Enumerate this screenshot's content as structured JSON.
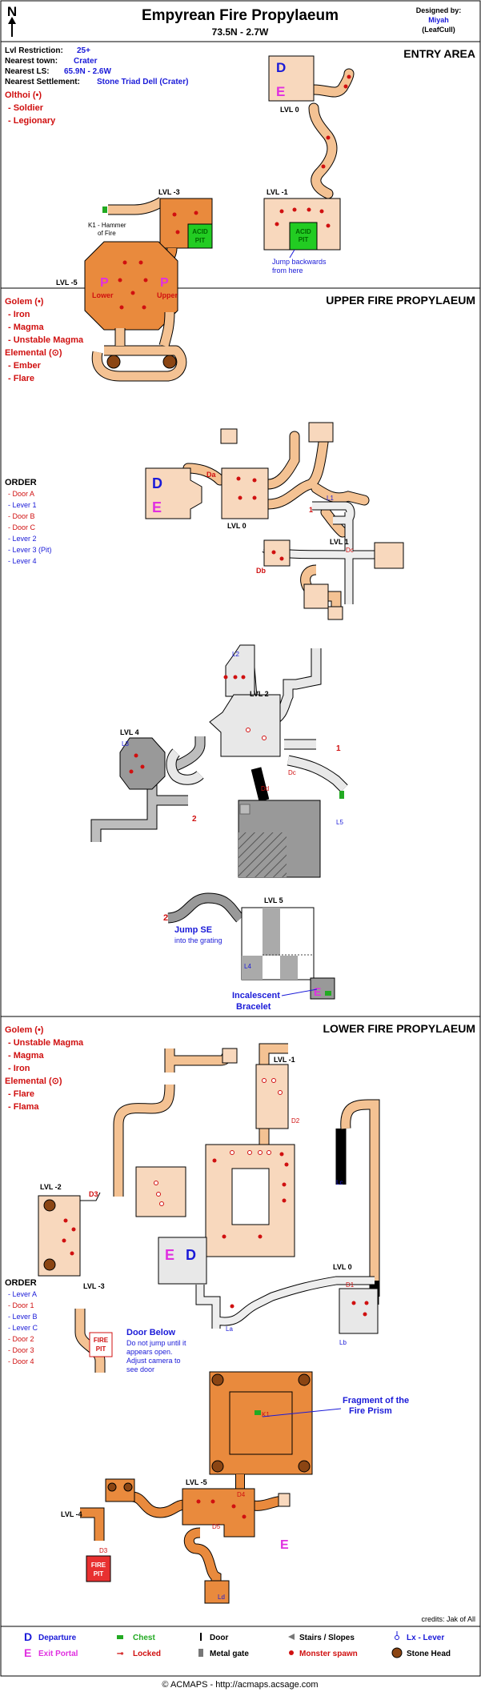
{
  "header": {
    "compass_letter": "N",
    "title": "Empyrean Fire Propylaeum",
    "coords": "73.5N - 2.7W",
    "designed_by_label": "Designed by:",
    "designer": "Miyah",
    "designer_alt": "(LeafCull)"
  },
  "info": {
    "lvl_label": "Lvl Restriction:",
    "lvl_value": "25+",
    "town_label": "Nearest town:",
    "town_value": "Crater",
    "ls_label": "Nearest LS:",
    "ls_value": "65.9N - 2.6W",
    "settle_label": "Nearest Settlement:",
    "settle_value": "Stone Triad Dell (Crater)"
  },
  "entry": {
    "title": "ENTRY AREA",
    "monster_group": "Olthoi (•)",
    "monsters": [
      "- Soldier",
      "- Legionary"
    ],
    "levels": [
      "LVL 0",
      "LVL -1",
      "LVL -3",
      "LVL -5"
    ],
    "k1_line1": "K1 - Hammer",
    "k1_line2": "of Fire",
    "acid1": "ACID",
    "acid2": "PIT",
    "jump1": "Jump backwards",
    "jump2": "from here",
    "portal_lower": "Lower",
    "portal_upper": "Upper"
  },
  "upper": {
    "title": "UPPER FIRE PROPYLAEUM",
    "monster_group1": "Golem (•)",
    "monsters1": [
      "- Iron",
      "- Magma",
      "- Unstable Magma"
    ],
    "monster_group2": "Elemental (⊙)",
    "monsters2": [
      "- Ember",
      "- Flare"
    ],
    "order_title": "ORDER",
    "order": [
      {
        "text": "- Door A",
        "color": "#d01010"
      },
      {
        "text": "- Lever 1",
        "color": "#1a1ad8"
      },
      {
        "text": "- Door B",
        "color": "#d01010"
      },
      {
        "text": "- Door C",
        "color": "#d01010"
      },
      {
        "text": "- Lever 2",
        "color": "#1a1ad8"
      },
      {
        "text": "- Lever 3 (Pit)",
        "color": "#1a1ad8"
      },
      {
        "text": "- Lever 4",
        "color": "#1a1ad8"
      }
    ],
    "levels": [
      "LVL 0",
      "LVL 1",
      "LVL 2",
      "LVL 4",
      "LVL 5"
    ],
    "doors": [
      "Da",
      "Db",
      "Dc",
      "Dc",
      "Dd"
    ],
    "levers": [
      "L1",
      "L2",
      "L3",
      "L4",
      "L5"
    ],
    "jump1": "Jump SE",
    "jump2": "into the grating",
    "bracelet1": "Incalescent",
    "bracelet2": "Bracelet",
    "n1": "1",
    "n2": "2"
  },
  "lower": {
    "title": "LOWER FIRE PROPYLAEUM",
    "monster_group1": "Golem (•)",
    "monsters1": [
      "- Unstable Magma",
      "- Magma",
      "- Iron"
    ],
    "monster_group2": "Elemental (⊙)",
    "monsters2": [
      "- Flare",
      "- Flama"
    ],
    "order_title": "ORDER",
    "order": [
      {
        "text": "- Lever A",
        "color": "#1a1ad8"
      },
      {
        "text": "- Door 1",
        "color": "#d01010"
      },
      {
        "text": "- Lever B",
        "color": "#1a1ad8"
      },
      {
        "text": "- Lever C",
        "color": "#1a1ad8"
      },
      {
        "text": "- Door 2",
        "color": "#d01010"
      },
      {
        "text": "- Door 3",
        "color": "#d01010"
      },
      {
        "text": "- Door 4",
        "color": "#d01010"
      }
    ],
    "levels": [
      "LVL -1",
      "LVL -2",
      "LVL -3",
      "LVL 0",
      "LVL -5",
      "LVL -4"
    ],
    "door_labels": [
      "D1",
      "D2",
      "D3",
      "D3",
      "D4",
      "D5"
    ],
    "lever_labels": [
      "La",
      "Lb",
      "Lc",
      "Ld"
    ],
    "fire1": "FIRE",
    "fire2": "PIT",
    "door_below_title": "Door Below",
    "door_below_lines": [
      "Do not jump until it",
      "appears open.",
      "Adjust camera to",
      "see door"
    ],
    "fragment1": "Fragment of the",
    "fragment2": "Fire Prism",
    "k1": "K1",
    "credits": "credits: Jak of All"
  },
  "legend": {
    "departure": "Departure",
    "exit": "Exit Portal",
    "chest": "Chest",
    "locked": "Locked",
    "door": "Door",
    "metal": "Metal gate",
    "stairs": "Stairs / Slopes",
    "spawn": "Monster spawn",
    "lever": "Lx - Lever",
    "stone": "Stone Head",
    "D": "D",
    "E": "E"
  },
  "footer": "© ACMAPS - http://acmaps.acsage.com",
  "colors": {
    "peach": "#f8d8bd",
    "orange": "#e98a3d",
    "corridor_light": "#f4c293",
    "gray": "#e8e8e8",
    "dark_gray": "#999999",
    "acid": "#22cc22",
    "fire": "#e83030",
    "departure": "#1a1ad8",
    "exit": "#e030e0",
    "spawn": "#d01010"
  }
}
